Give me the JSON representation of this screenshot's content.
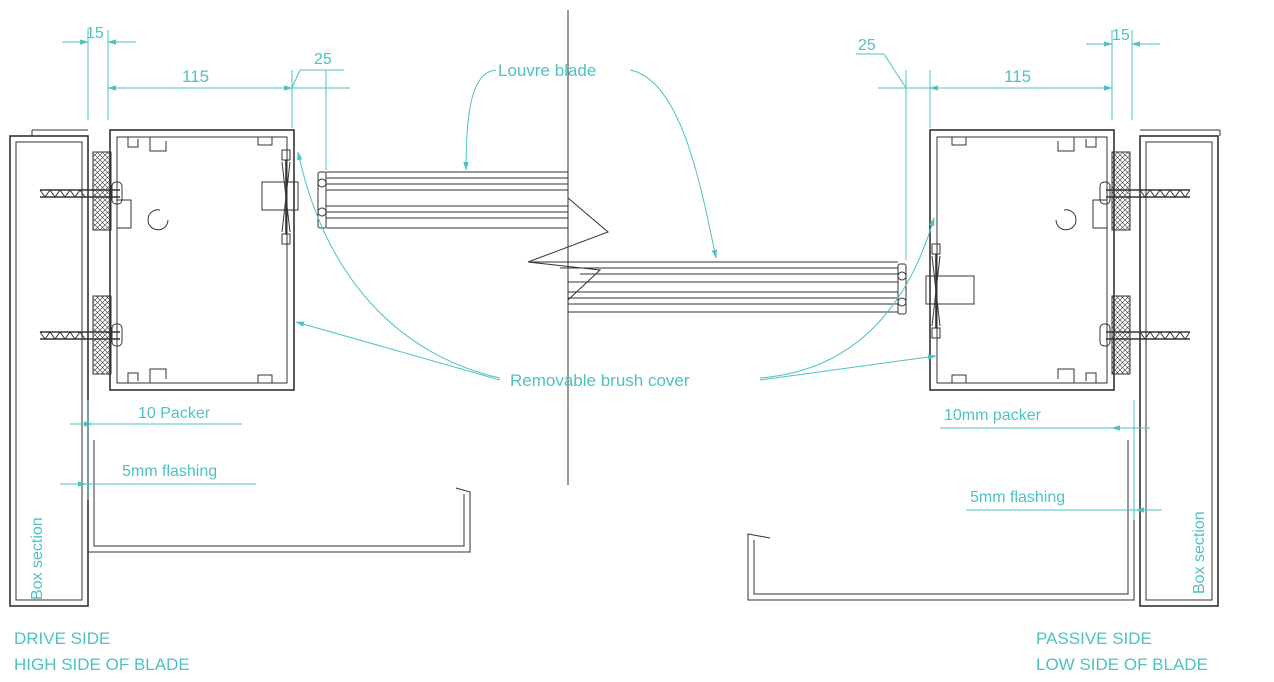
{
  "labels": {
    "dim_15_left": "15",
    "dim_115_left": "115",
    "dim_25_left": "25",
    "dim_25_right": "25",
    "dim_115_right": "115",
    "dim_15_right": "15",
    "louvre_blade": "Louvre blade",
    "removable_brush_cover": "Removable brush cover",
    "packer_left": "10 Packer",
    "packer_right": "10mm packer",
    "flashing_left": "5mm flashing",
    "flashing_right": "5mm flashing",
    "box_section_left": "Box section",
    "box_section_right": "Box section",
    "drive_side_line1": "DRIVE SIDE",
    "drive_side_line2": "HIGH SIDE OF BLADE",
    "passive_side_line1": "PASSIVE SIDE",
    "passive_side_line2": "LOW SIDE OF BLADE"
  },
  "colors": {
    "annotation": "#4ec2c2",
    "linework": "#333333"
  }
}
